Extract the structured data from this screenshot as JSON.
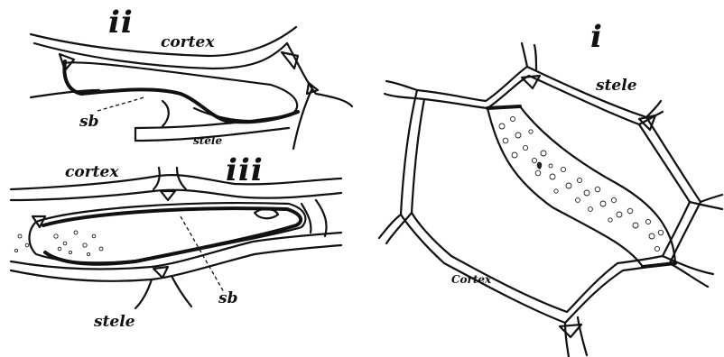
{
  "figure": {
    "panels": [
      {
        "numeral": "ii",
        "labels": {
          "cortex": "cortex",
          "stele": "stele",
          "sb": "sb"
        }
      },
      {
        "numeral": "iii",
        "labels": {
          "cortex": "cortex",
          "stele": "stele",
          "sb": "sb"
        }
      },
      {
        "numeral": "i",
        "labels": {
          "cortex": "Cortex",
          "stele": "stele"
        }
      }
    ]
  }
}
